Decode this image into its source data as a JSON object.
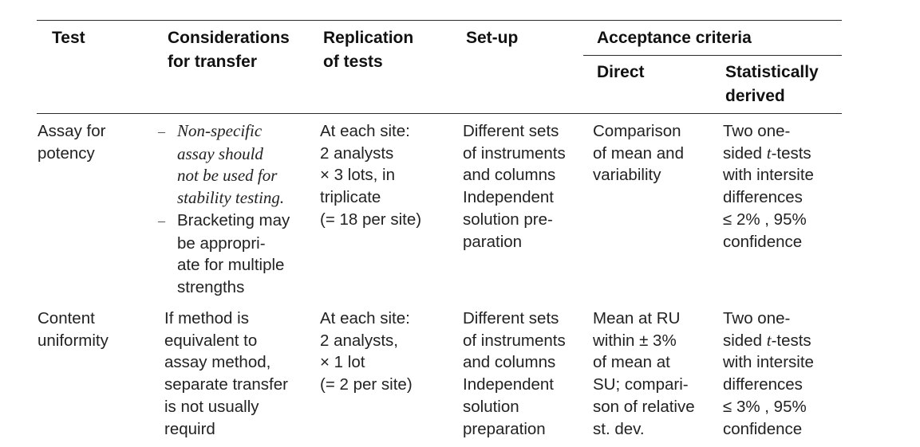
{
  "header": {
    "test": "Test",
    "considerations": [
      "Considerations",
      "for transfer"
    ],
    "replication": [
      "Replication",
      "of tests"
    ],
    "setup": "Set-up",
    "acceptance": "Acceptance criteria",
    "direct": "Direct",
    "statistical": [
      "Statistically",
      "derived"
    ]
  },
  "rows": [
    {
      "test": [
        "Assay for",
        "potency"
      ],
      "considerations": [
        {
          "dash": "–",
          "text": "Non-specific",
          "italic": true
        },
        {
          "dash": "",
          "text": "assay should",
          "italic": true
        },
        {
          "dash": "",
          "text": "not be used for",
          "italic": true
        },
        {
          "dash": "",
          "text": "stability testing.",
          "italic": true
        },
        {
          "dash": "–",
          "text": "Bracketing may",
          "italic": false
        },
        {
          "dash": "",
          "text": "be appropri-",
          "italic": false
        },
        {
          "dash": "",
          "text": "ate for multiple",
          "italic": false
        },
        {
          "dash": "",
          "text": "strengths",
          "italic": false
        }
      ],
      "replication": [
        "At each site:",
        "2 analysts",
        "× 3 lots, in",
        "triplicate",
        "(= 18 per site)"
      ],
      "setup": [
        "Different sets",
        "of instruments",
        "and columns",
        "Independent",
        "solution pre-",
        "paration"
      ],
      "direct": [
        "Comparison",
        "of mean and",
        "variability"
      ],
      "statistical": [
        {
          "pre": "Two one-",
          "it": "",
          "post": ""
        },
        {
          "pre": "sided ",
          "it": "t",
          "post": "-tests"
        },
        {
          "pre": "with intersite",
          "it": "",
          "post": ""
        },
        {
          "pre": "differences",
          "it": "",
          "post": ""
        },
        {
          "pre": "≤ 2% , 95%",
          "it": "",
          "post": ""
        },
        {
          "pre": "confidence",
          "it": "",
          "post": ""
        }
      ]
    },
    {
      "test": [
        "Content",
        "uniformity"
      ],
      "considerations": [
        {
          "dash": "",
          "text": "If method is",
          "italic": false
        },
        {
          "dash": "",
          "text": "equivalent to",
          "italic": false
        },
        {
          "dash": "",
          "text": "assay method,",
          "italic": false
        },
        {
          "dash": "",
          "text": "separate transfer",
          "italic": false
        },
        {
          "dash": "",
          "text": "is not usually",
          "italic": false
        },
        {
          "dash": "",
          "text": "requird",
          "italic": false
        }
      ],
      "replication": [
        "At each site:",
        "2 analysts,",
        "× 1 lot",
        "(= 2 per site)"
      ],
      "setup": [
        "Different sets",
        "of instruments",
        "and columns",
        "Independent",
        "solution",
        "preparation"
      ],
      "direct": [
        "Mean at RU",
        "within ± 3%",
        "of mean at",
        "SU; compari-",
        "son of relative",
        "st. dev."
      ],
      "statistical": [
        {
          "pre": "Two one-",
          "it": "",
          "post": ""
        },
        {
          "pre": "sided ",
          "it": "t",
          "post": "-tests"
        },
        {
          "pre": "with intersite",
          "it": "",
          "post": ""
        },
        {
          "pre": "differences",
          "it": "",
          "post": ""
        },
        {
          "pre": "≤ 3% , 95%",
          "it": "",
          "post": ""
        },
        {
          "pre": "confidence",
          "it": "",
          "post": ""
        }
      ]
    }
  ]
}
